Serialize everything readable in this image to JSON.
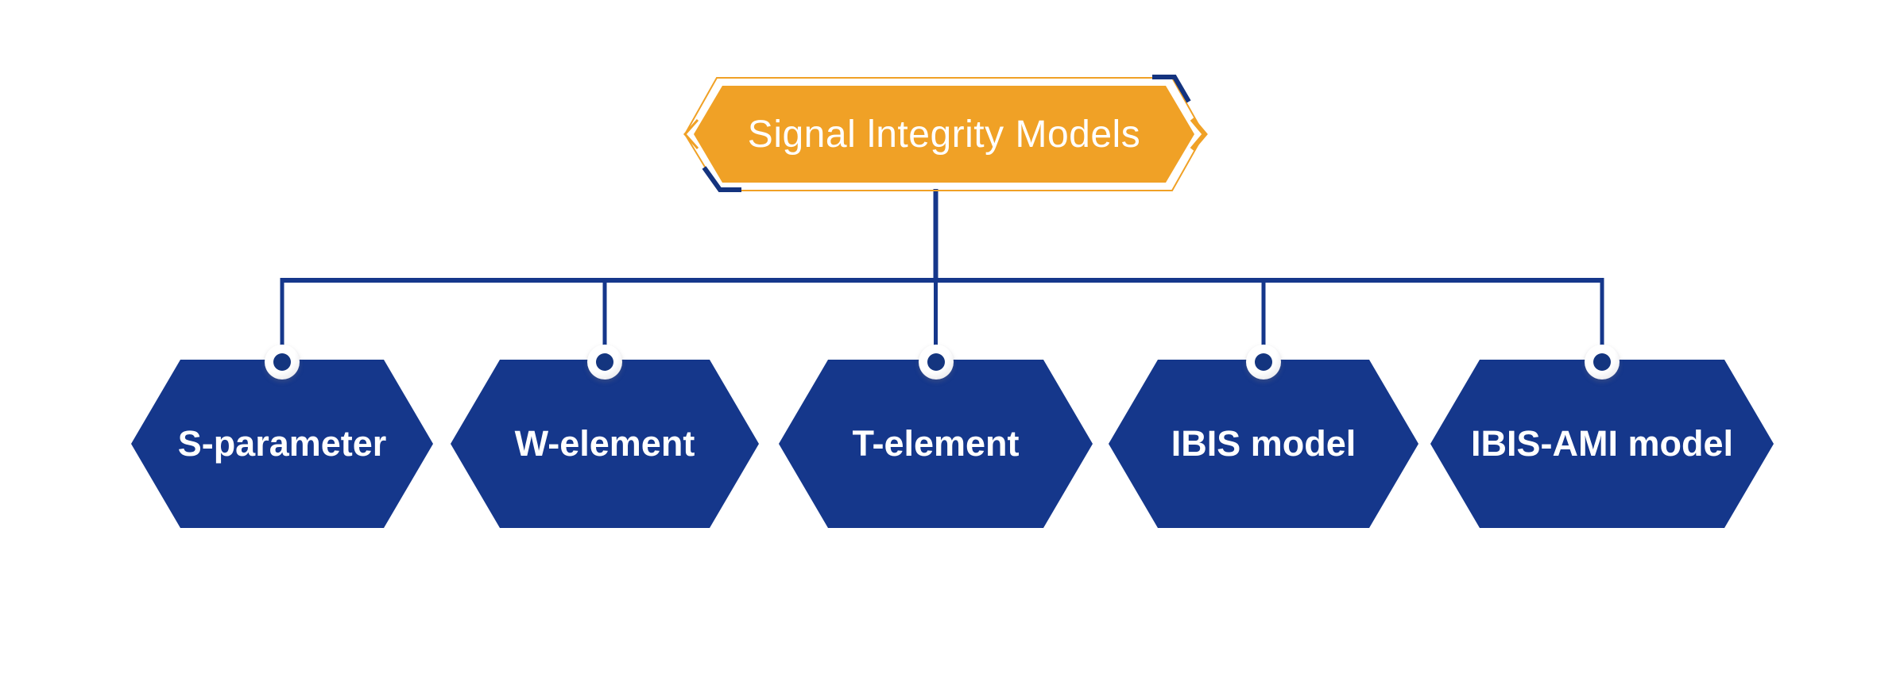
{
  "diagram": {
    "root": {
      "label": "Signal lntegrity Models"
    },
    "nodes": [
      {
        "label": "S-parameter"
      },
      {
        "label": "W-element"
      },
      {
        "label": "T-element"
      },
      {
        "label": "IBIS model"
      },
      {
        "label": "IBIS-AMI model"
      }
    ],
    "colors": {
      "root_fill": "#F0A126",
      "root_outline": "#F0A126",
      "node_fill": "#15378B",
      "connector": "#15378B",
      "bracket_accent": "#14337E",
      "pin_dot": "#14357F",
      "text": "#FFFFFF",
      "background": "#FFFFFF"
    }
  }
}
